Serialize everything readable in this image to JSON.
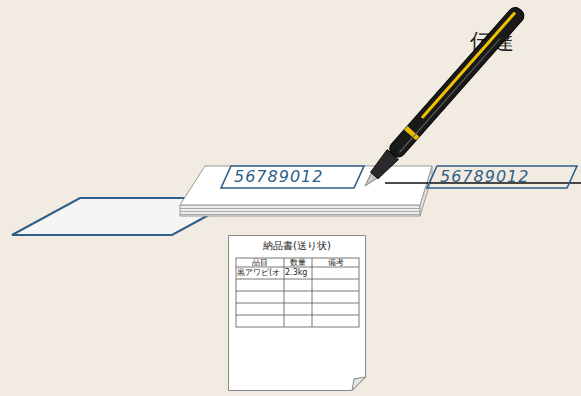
{
  "diagram": {
    "nodes": [
      {
        "text": [
          "56789012"
        ]
      },
      {
        "text": [
          "56789012"
        ]
      },
      {
        "text": [
          "納品書(送り状)"
        ]
      }
    ],
    "labels": [
      "伝達",
      "品目",
      "数量",
      "備考",
      "黒アワビ(オ",
      "2.3kg"
    ]
  }
}
